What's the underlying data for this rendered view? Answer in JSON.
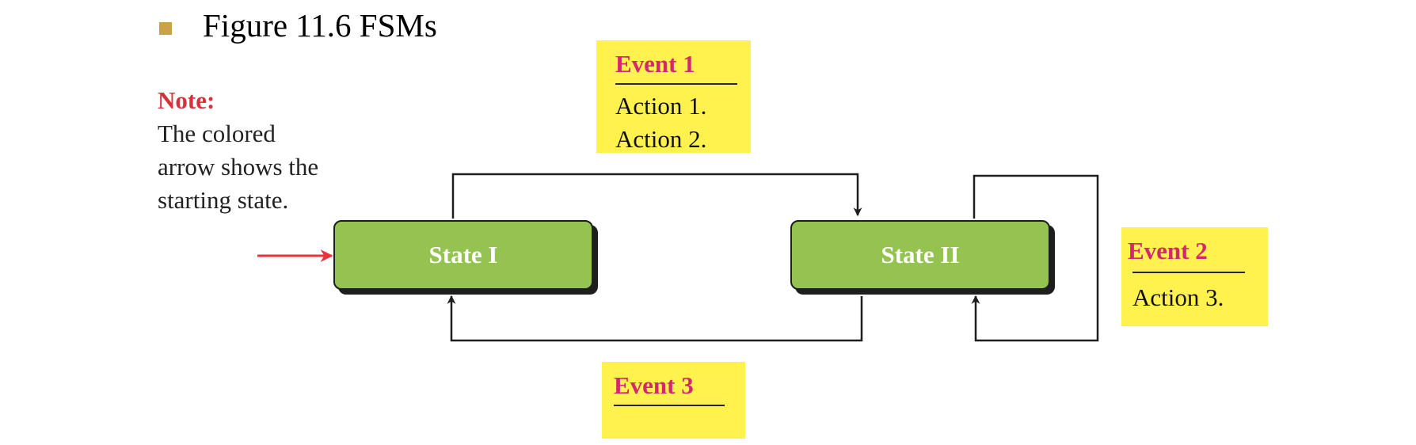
{
  "header": {
    "title": "Figure 11.6  FSMs"
  },
  "note": {
    "heading": "Note:",
    "lines": [
      "The colored",
      "arrow shows the",
      "starting state."
    ]
  },
  "states": [
    {
      "label": "State I"
    },
    {
      "label": "State II"
    }
  ],
  "events": [
    {
      "title": "Event 1",
      "actions": [
        "Action 1.",
        "Action 2."
      ]
    },
    {
      "title": "Event 2",
      "actions": [
        "Action 3."
      ]
    },
    {
      "title": "Event 3",
      "actions": []
    }
  ],
  "colors": {
    "state_fill": "#94c350",
    "event_fill": "#fff24f",
    "event_title": "#d4286e",
    "start_arrow": "#e8323c",
    "note_heading": "#d6323c",
    "bullet": "#c9a24a"
  }
}
